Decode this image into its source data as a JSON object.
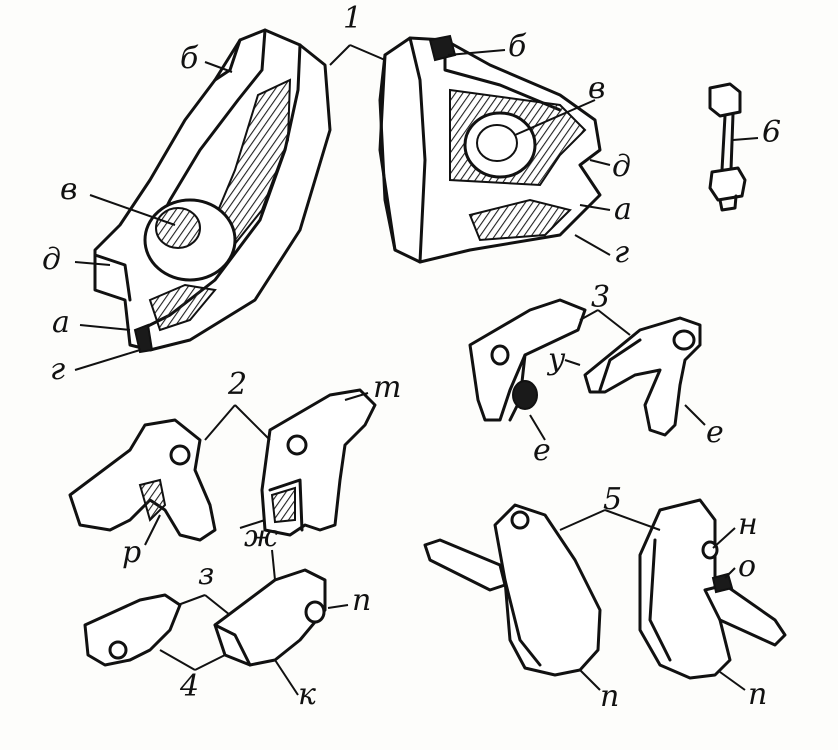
{
  "labels": [
    {
      "id": "n1",
      "text": "1"
    },
    {
      "id": "b_left",
      "text": "б"
    },
    {
      "id": "b_right",
      "text": "б"
    },
    {
      "id": "v_left",
      "text": "в"
    },
    {
      "id": "v_right",
      "text": "в"
    },
    {
      "id": "d_left",
      "text": "д"
    },
    {
      "id": "d_right",
      "text": "д"
    },
    {
      "id": "a_left",
      "text": "а"
    },
    {
      "id": "a_right",
      "text": "а"
    },
    {
      "id": "g_left",
      "text": "г"
    },
    {
      "id": "g_right",
      "text": "г"
    },
    {
      "id": "n6",
      "text": "6"
    },
    {
      "id": "n3",
      "text": "3"
    },
    {
      "id": "u",
      "text": "у"
    },
    {
      "id": "e_left",
      "text": "е"
    },
    {
      "id": "e_right",
      "text": "е"
    },
    {
      "id": "n2",
      "text": "2"
    },
    {
      "id": "t",
      "text": "т"
    },
    {
      "id": "r",
      "text": "р"
    },
    {
      "id": "zh",
      "text": "ж"
    },
    {
      "id": "z",
      "text": "з"
    },
    {
      "id": "p_small",
      "text": "п"
    },
    {
      "id": "k",
      "text": "к"
    },
    {
      "id": "n4",
      "text": "4"
    },
    {
      "id": "n5",
      "text": "5"
    },
    {
      "id": "n_h",
      "text": "н"
    },
    {
      "id": "o",
      "text": "о"
    },
    {
      "id": "p_left",
      "text": "п"
    },
    {
      "id": "p_right",
      "text": "п"
    }
  ]
}
